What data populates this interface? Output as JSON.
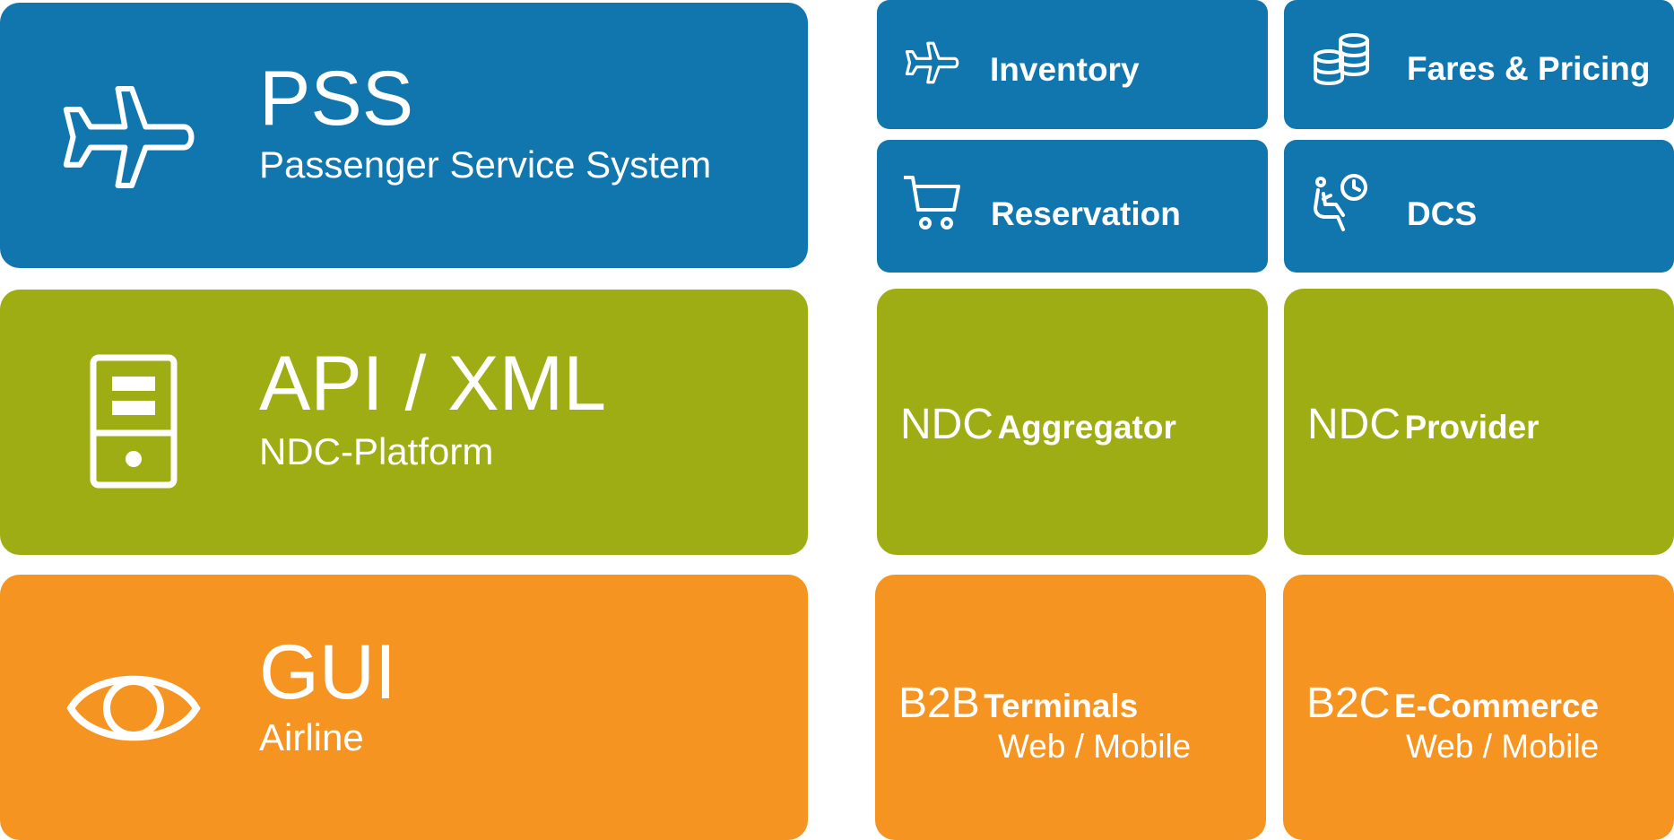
{
  "layers": {
    "pss": {
      "title": "PSS",
      "subtitle": "Passenger Service System",
      "icon": "airplane-icon",
      "color": "#1176ad"
    },
    "api": {
      "title": "API / XML",
      "subtitle": "NDC-Platform",
      "icon": "server-icon",
      "color": "#9fad14"
    },
    "gui": {
      "title": "GUI",
      "subtitle": "Airline",
      "icon": "eye-icon",
      "color": "#f69421"
    }
  },
  "pss_modules": {
    "inventory": {
      "label": "Inventory",
      "icon": "airplane-icon"
    },
    "fares": {
      "label": "Fares & Pricing",
      "icon": "coins-icon"
    },
    "reservation": {
      "label": "Reservation",
      "icon": "cart-icon"
    },
    "dcs": {
      "label": "DCS",
      "icon": "seated-passenger-clock-icon"
    }
  },
  "ndc": {
    "aggregator": {
      "prefix": "NDC",
      "label": "Aggregator"
    },
    "provider": {
      "prefix": "NDC",
      "label": "Provider"
    }
  },
  "channels": {
    "b2b": {
      "prefix": "B2B",
      "label": "Terminals",
      "sub": "Web / Mobile"
    },
    "b2c": {
      "prefix": "B2C",
      "label": "E-Commerce",
      "sub": "Web / Mobile"
    }
  }
}
